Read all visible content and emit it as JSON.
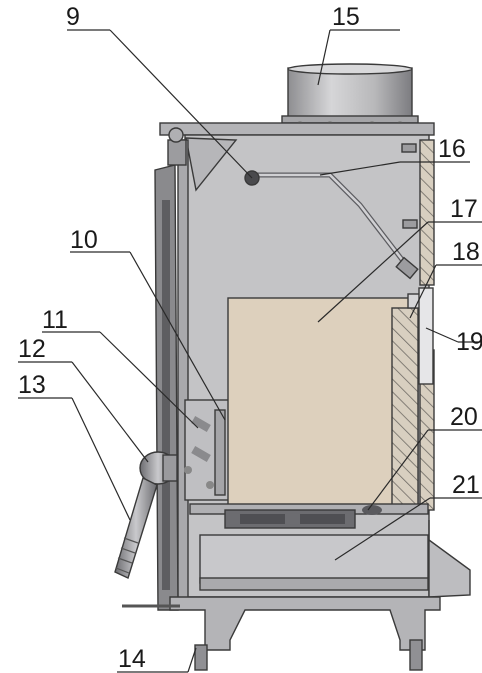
{
  "labels": {
    "l9": "9",
    "l10": "10",
    "l11": "11",
    "l12": "12",
    "l13": "13",
    "l14": "14",
    "l15": "15",
    "l16": "16",
    "l17": "17",
    "l18": "18",
    "l19": "19",
    "l20": "20",
    "l21": "21"
  },
  "colors": {
    "body": "#c4c4c6",
    "body_dark": "#a9a9ac",
    "outline": "#3a3a3a",
    "firebrick": "#ddd0bd",
    "hatch": "#6e6a64",
    "pipe": "#bdbdbf",
    "glass_frame": "#7e7e80"
  }
}
